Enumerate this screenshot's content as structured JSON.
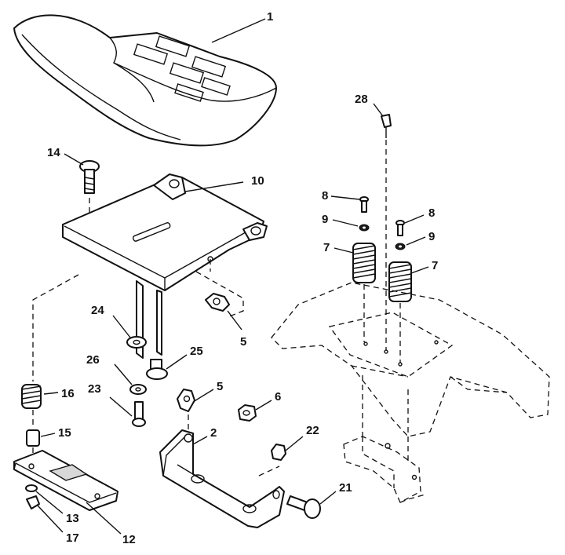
{
  "callouts": [
    {
      "id": "c1",
      "label": "1"
    },
    {
      "id": "c28",
      "label": "28"
    },
    {
      "id": "c14",
      "label": "14"
    },
    {
      "id": "c10",
      "label": "10"
    },
    {
      "id": "c8a",
      "label": "8"
    },
    {
      "id": "c9a",
      "label": "9"
    },
    {
      "id": "c8b",
      "label": "8"
    },
    {
      "id": "c9b",
      "label": "9"
    },
    {
      "id": "c7a",
      "label": "7"
    },
    {
      "id": "c7b",
      "label": "7"
    },
    {
      "id": "c24",
      "label": "24"
    },
    {
      "id": "c5a",
      "label": "5"
    },
    {
      "id": "c26",
      "label": "26"
    },
    {
      "id": "c25",
      "label": "25"
    },
    {
      "id": "c16",
      "label": "16"
    },
    {
      "id": "c23",
      "label": "23"
    },
    {
      "id": "c5b",
      "label": "5"
    },
    {
      "id": "c6",
      "label": "6"
    },
    {
      "id": "c15",
      "label": "15"
    },
    {
      "id": "c2",
      "label": "2"
    },
    {
      "id": "c22",
      "label": "22"
    },
    {
      "id": "c21",
      "label": "21"
    },
    {
      "id": "c13",
      "label": "13"
    },
    {
      "id": "c12",
      "label": "12"
    },
    {
      "id": "c17",
      "label": "17"
    }
  ]
}
